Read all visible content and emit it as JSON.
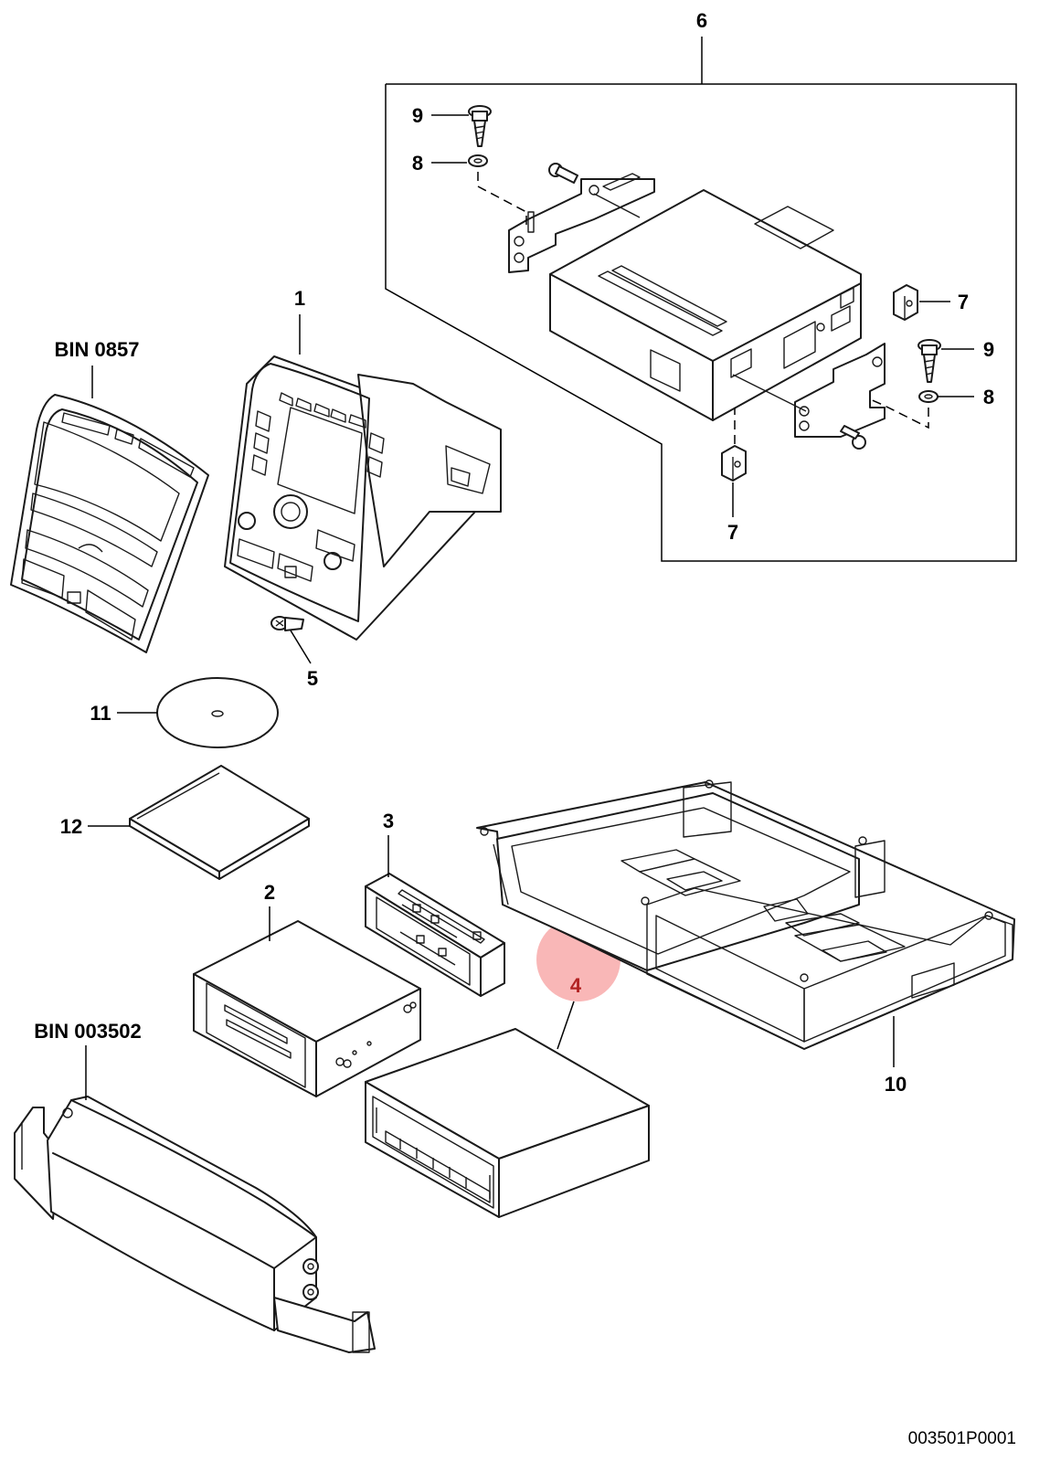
{
  "callouts": {
    "p1": "1",
    "p2": "2",
    "p3": "3",
    "p4": "4",
    "p5": "5",
    "p6": "6",
    "p7a": "7",
    "p7b": "7",
    "p8a": "8",
    "p8b": "8",
    "p9a": "9",
    "p9b": "9",
    "p10": "10",
    "p11": "11",
    "p12": "12",
    "bin_trim": "BIN 0857",
    "bin_console": "BIN 003502"
  },
  "drawing_number": "003501P0001",
  "highlight": {
    "part": "4",
    "fill": "#f47c7c",
    "text_color": "#b22222"
  }
}
